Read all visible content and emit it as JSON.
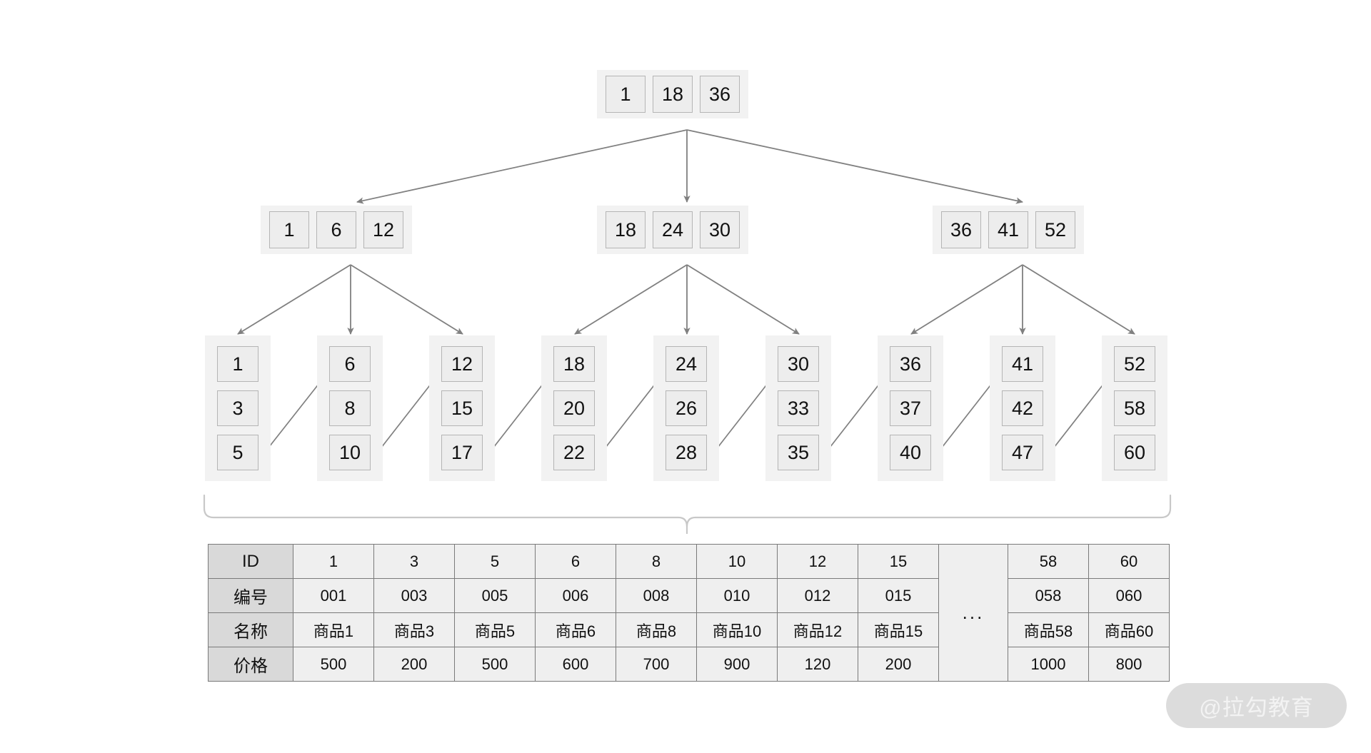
{
  "diagram": {
    "title": "B+ Tree index structure with data table",
    "colors": {
      "node_bg": "#f2f2f2",
      "cell_bg": "#ededed",
      "cell_border": "#b5b5b5",
      "arrow": "#808080",
      "table_border": "#7a7a7a",
      "table_head_bg": "#d9d9d9",
      "table_cell_bg": "#efefef",
      "watermark_bg": "#dcdcdc",
      "watermark_text": "#f3f3f3"
    },
    "root": {
      "keys": [
        "1",
        "18",
        "36"
      ]
    },
    "internal": [
      {
        "keys": [
          "1",
          "6",
          "12"
        ]
      },
      {
        "keys": [
          "18",
          "24",
          "30"
        ]
      },
      {
        "keys": [
          "36",
          "41",
          "52"
        ]
      }
    ],
    "leaves": [
      {
        "keys": [
          "1",
          "3",
          "5"
        ]
      },
      {
        "keys": [
          "6",
          "8",
          "10"
        ]
      },
      {
        "keys": [
          "12",
          "15",
          "17"
        ]
      },
      {
        "keys": [
          "18",
          "20",
          "22"
        ]
      },
      {
        "keys": [
          "24",
          "26",
          "28"
        ]
      },
      {
        "keys": [
          "30",
          "33",
          "35"
        ]
      },
      {
        "keys": [
          "36",
          "37",
          "40"
        ]
      },
      {
        "keys": [
          "41",
          "42",
          "47"
        ]
      },
      {
        "keys": [
          "52",
          "58",
          "60"
        ]
      }
    ],
    "table": {
      "row_headers": [
        "ID",
        "编号",
        "名称",
        "价格"
      ],
      "gap_label": "...",
      "left_columns": [
        {
          "id": "1",
          "code": "001",
          "name": "商品1",
          "price": "500"
        },
        {
          "id": "3",
          "code": "003",
          "name": "商品3",
          "price": "200"
        },
        {
          "id": "5",
          "code": "005",
          "name": "商品5",
          "price": "500"
        },
        {
          "id": "6",
          "code": "006",
          "name": "商品6",
          "price": "600"
        },
        {
          "id": "8",
          "code": "008",
          "name": "商品8",
          "price": "700"
        },
        {
          "id": "10",
          "code": "010",
          "name": "商品10",
          "price": "900"
        },
        {
          "id": "12",
          "code": "012",
          "name": "商品12",
          "price": "120"
        },
        {
          "id": "15",
          "code": "015",
          "name": "商品15",
          "price": "200"
        }
      ],
      "right_columns": [
        {
          "id": "58",
          "code": "058",
          "name": "商品58",
          "price": "1000"
        },
        {
          "id": "60",
          "code": "060",
          "name": "商品60",
          "price": "800"
        }
      ]
    },
    "watermark": {
      "text": "@拉勾教育"
    }
  }
}
